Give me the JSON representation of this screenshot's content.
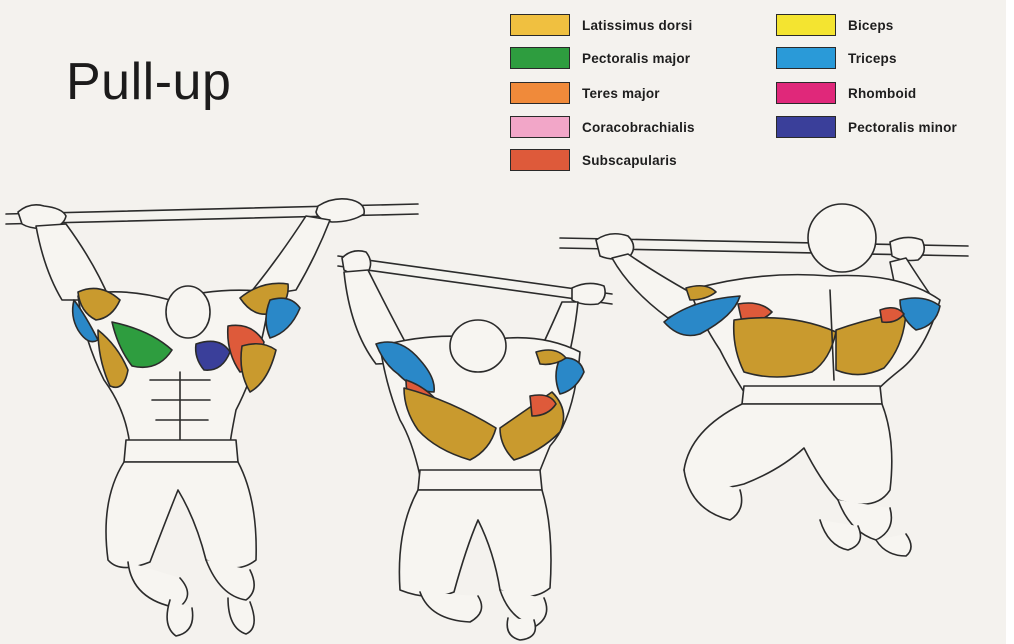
{
  "diagram": {
    "title": "Pull-up",
    "legend": [
      {
        "label": "Latissimus dorsi",
        "color": "#f0c040"
      },
      {
        "label": "Pectoralis major",
        "color": "#2e9d3f"
      },
      {
        "label": "Teres major",
        "color": "#f08a3a"
      },
      {
        "label": "Coracobrachialis",
        "color": "#f2a6c8"
      },
      {
        "label": "Subscapularis",
        "color": "#de5a3a"
      },
      {
        "label": "Biceps",
        "color": "#f4e430"
      },
      {
        "label": "Triceps",
        "color": "#2a9ad8"
      },
      {
        "label": "Rhomboid",
        "color": "#e0287a"
      },
      {
        "label": "Pectoralis minor",
        "color": "#3a3f9a"
      }
    ]
  }
}
